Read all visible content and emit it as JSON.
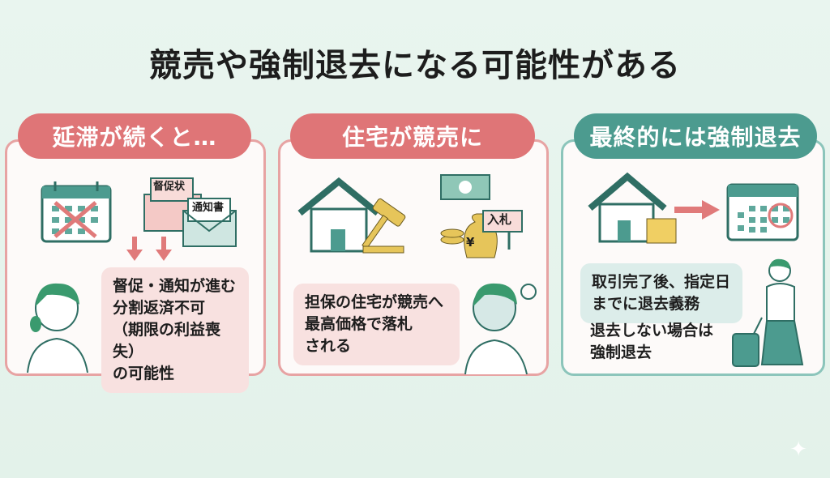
{
  "title": "競売や強制退去になる可能性がある",
  "panels": [
    {
      "header": "延滞が続くと…",
      "letters": [
        "督促状",
        "通知書"
      ],
      "bubble_lines": [
        "督促・通知が進む",
        "分割返済不可",
        "（期限の利益喪失）",
        "の可能性"
      ]
    },
    {
      "header": "住宅が競売に",
      "sign": "入札",
      "yen": "¥",
      "bubble_lines": [
        "担保の住宅が競売へ",
        "最高価格で落札",
        "される"
      ]
    },
    {
      "header": "最終的には強制退去",
      "bubble_lines": [
        "取引完了後、指定日",
        "までに退去義務"
      ],
      "note_lines": [
        "退去しない場合は",
        "強制退去"
      ]
    }
  ],
  "colors": {
    "pink": "#df7577",
    "teal": "#4c9b8f",
    "dark_teal": "#2f6e64",
    "background": "#e9f5ef"
  }
}
